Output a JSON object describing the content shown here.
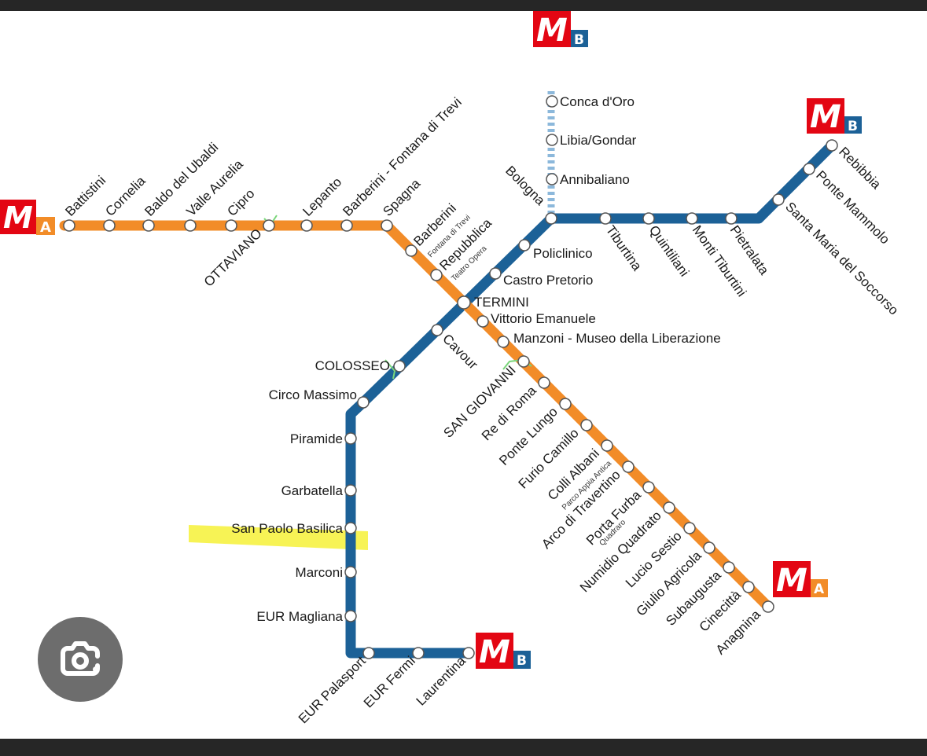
{
  "colors": {
    "line_a": "#F28C28",
    "line_b": "#1C6197",
    "line_b1_ext": "#8CB8DB",
    "logo_red": "#E30613",
    "logo_blue": "#1C6197",
    "logo_orange": "#F28C28",
    "highlight": "#F5F02B",
    "text": "#1a1a1a"
  },
  "logos": {
    "metro_symbol": "M",
    "line_a_letter": "A",
    "line_b_letter": "B"
  },
  "stations": {
    "battistini": "Battistini",
    "cornelia": "Cornelia",
    "baldo": "Baldo del Ubaldi",
    "valle_aurelia": "Valle Aurelia",
    "cipro": "Cipro",
    "ottaviano": "OTTAVIANO",
    "lepanto": "Lepanto",
    "barberini_trevi": "Barberini - Fontana di Trevi",
    "spagna": "Spagna",
    "barberini": "Barberini",
    "barberini_sub": "Fontana di Trevi",
    "repubblica": "Repubblica",
    "repubblica_sub": "Teatro Opera",
    "termini": "TERMINI",
    "vittorio": "Vittorio Emanuele",
    "manzoni": "Manzoni - Museo della Liberazione",
    "san_giovanni": "SAN GIOVANNI",
    "re_di_roma": "Re di Roma",
    "ponte_lungo": "Ponte Lungo",
    "furio_camillo": "Furio Camillo",
    "colli_albani": "Colli Albani",
    "colli_albani_sub": "Parco Appia Antica",
    "arco_travertino": "Arco di Travertino",
    "porta_furba": "Porta Furba",
    "porta_furba_sub": "Quadraro",
    "numidio": "Numidio Quadrato",
    "lucio_sestio": "Lucio Sestio",
    "giulio_agricola": "Giulio Agricola",
    "subaugusta": "Subaugusta",
    "cinecitta": "Cinecittà",
    "anagnina": "Anagnina",
    "conca_doro": "Conca d'Oro",
    "libia": "Libia/Gondar",
    "annibaliano": "Annibaliano",
    "bologna": "Bologna",
    "policlinico": "Policlinico",
    "castro_pretorio": "Castro Pretorio",
    "cavour": "Cavour",
    "colosseo": "COLOSSEO",
    "circo_massimo": "Circo Massimo",
    "piramide": "Piramide",
    "garbatella": "Garbatella",
    "san_paolo": "San Paolo Basilica",
    "marconi": "Marconi",
    "eur_magliana": "EUR Magliana",
    "eur_palasport": "EUR Palasport",
    "eur_fermi": "EUR Fermi",
    "laurentina": "Laurentina",
    "tiburtina": "Tiburtina",
    "quintiliani": "Quintiliani",
    "monti_tiburtini": "Monti Tiburtini",
    "pietralata": "Pietralata",
    "santa_maria": "Santa Maria del Soccorso",
    "ponte_mammolo": "Ponte Mammolo",
    "rebibbia": "Rebibbia"
  },
  "overlay": {
    "button_icon": "camera-search-icon"
  }
}
